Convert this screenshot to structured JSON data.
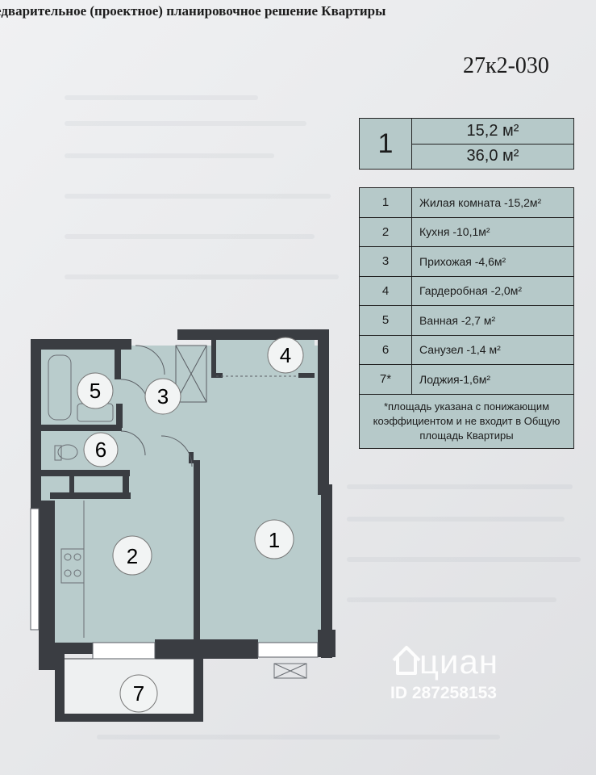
{
  "document": {
    "title": "едварительное (проектное) планировочное решение Квартиры",
    "apartment_code": "27к2-030"
  },
  "summary": {
    "rooms_count": "1",
    "living_area": "15,2 м²",
    "total_area": "36,0 м²"
  },
  "rooms_table": [
    {
      "num": "1",
      "name": "Жилая комната -15,2м²"
    },
    {
      "num": "2",
      "name": "Кухня -10,1м²"
    },
    {
      "num": "3",
      "name": "Прихожая -4,6м²"
    },
    {
      "num": "4",
      "name": "Гардеробная -2,0м²"
    },
    {
      "num": "5",
      "name": "Ванная  -2,7 м²"
    },
    {
      "num": "6",
      "name": "Санузел  -1,4 м²"
    },
    {
      "num": "7*",
      "name": "Лоджия-1,6м²"
    }
  ],
  "note": "*площадь указана с понижающим коэффициентом и не входит в Общую площадь Квартиры",
  "plan_labels": {
    "room1": "1",
    "room2": "2",
    "room3": "3",
    "room4": "4",
    "room5": "5",
    "room6": "6",
    "room7": "7"
  },
  "watermark": {
    "brand": "циан",
    "listing_id": "ID 287258153"
  },
  "colors": {
    "table_fill": "#b6c9c9",
    "plan_fill": "#b9cccc",
    "wall": "#3a3d42"
  },
  "icons": [
    "house-icon"
  ]
}
